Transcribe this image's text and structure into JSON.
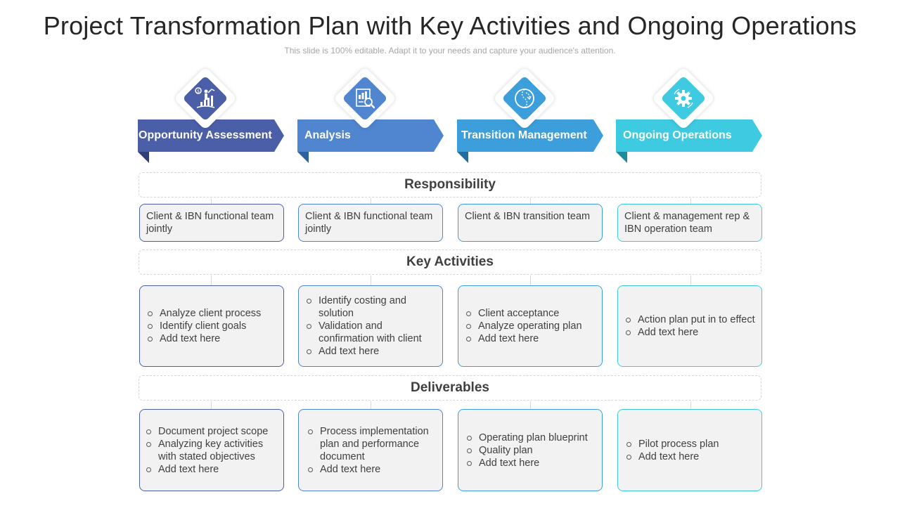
{
  "title": "Project Transformation Plan with Key Activities and Ongoing Operations",
  "subtitle": "This slide is 100% editable. Adapt it to your needs and capture your audience's attention.",
  "sections": {
    "responsibility": "Responsibility",
    "key_activities": "Key Activities",
    "deliverables": "Deliverables"
  },
  "colors": {
    "stage1": "#4a5fa8",
    "stage2": "#4f86cf",
    "stage3": "#3c9fdb",
    "stage4": "#3ecbe2"
  },
  "stages": [
    {
      "label": "Opportunity Assessment",
      "icon": "growth-chart-icon",
      "responsibility": "Client & IBN functional team jointly",
      "activities": [
        "Analyze client process",
        "Identify client goals",
        "Add text here"
      ],
      "deliverables": [
        "Document project scope",
        "Analyzing key activities with stated objectives",
        "Add text here"
      ]
    },
    {
      "label": "Analysis",
      "icon": "report-magnifier-icon",
      "responsibility": "Client & IBN functional team jointly",
      "activities": [
        "Identify costing and solution",
        "Validation  and confirmation with client",
        "Add text here"
      ],
      "deliverables": [
        "Process implementation plan and performance document",
        "Add text here"
      ]
    },
    {
      "label": "Transition Management",
      "icon": "transition-circle-icon",
      "responsibility": "Client & IBN transition team",
      "activities": [
        "Client acceptance",
        "Analyze operating plan",
        "Add text here"
      ],
      "deliverables": [
        "Operating plan blueprint",
        "Quality plan",
        "Add text here"
      ]
    },
    {
      "label": "Ongoing Operations",
      "icon": "gear-icon",
      "responsibility": "Client & management rep & IBN operation team",
      "activities": [
        "Action plan put in to effect",
        "Add text here"
      ],
      "deliverables": [
        "Pilot process plan",
        "Add text here"
      ]
    }
  ]
}
